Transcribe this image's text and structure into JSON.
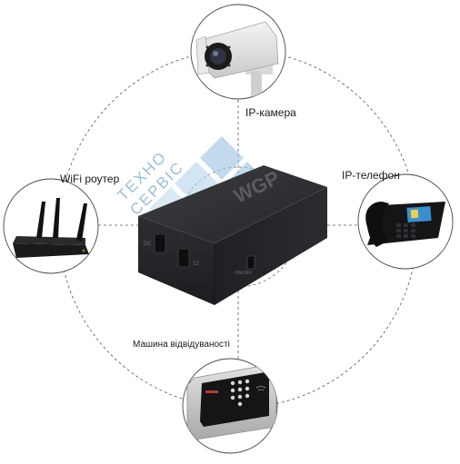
{
  "labels": {
    "camera": "IP-камера",
    "phone": "IP-телефон",
    "router": "WiFi роутер",
    "attendance": "Машина відвідуваності"
  },
  "watermark": {
    "line1": "ТЕХНО",
    "line2": "СЕРВІС"
  },
  "device": {
    "brand": "WGP",
    "port_dc": "DC",
    "port_12": "12",
    "switch_label": "ON/OFF"
  },
  "colors": {
    "dashed_line": "#555555",
    "watermark": "#8fb8d8",
    "device_body": "#2a2b2e"
  },
  "icons": {
    "camera": "cctv-camera-icon",
    "phone": "desk-phone-icon",
    "router": "wifi-router-icon",
    "attendance": "attendance-terminal-icon"
  }
}
